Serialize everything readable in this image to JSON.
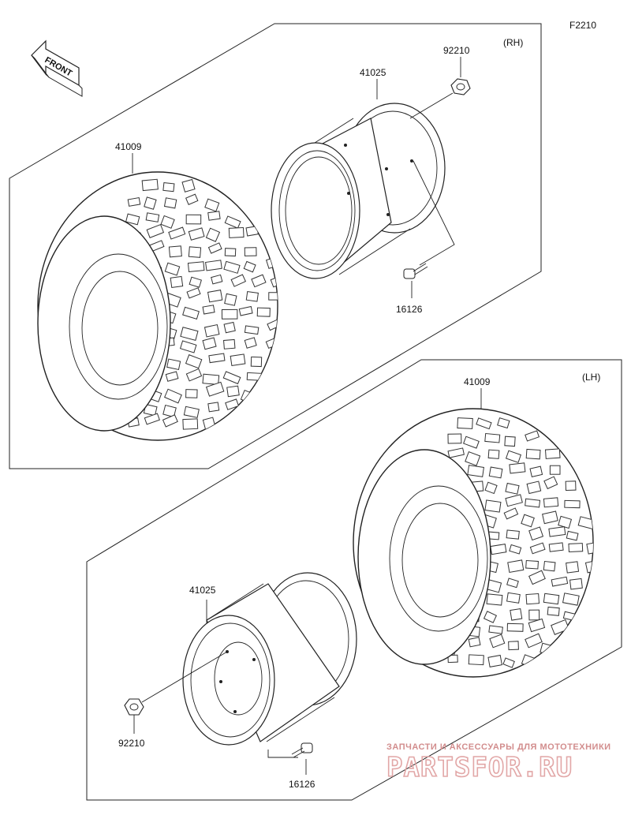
{
  "figure_code": "F2210",
  "front_badge": "FRONT",
  "sides": {
    "right": "(RH)",
    "left": "(LH)"
  },
  "parts": {
    "rh_tire": "41009",
    "rh_wheel": "41025",
    "rh_nut": "92210",
    "rh_valve": "16126",
    "lh_tire": "41009",
    "lh_wheel": "41025",
    "lh_nut": "92210",
    "lh_valve": "16126"
  },
  "watermark": {
    "caption": "ЗАПЧАСТИ И АКСЕССУАРЫ ДЛЯ МОТОТЕХНИКИ",
    "logo": "PARTSFOR.RU"
  },
  "colors": {
    "line": "#222222",
    "watermark": "#d28d8d"
  }
}
